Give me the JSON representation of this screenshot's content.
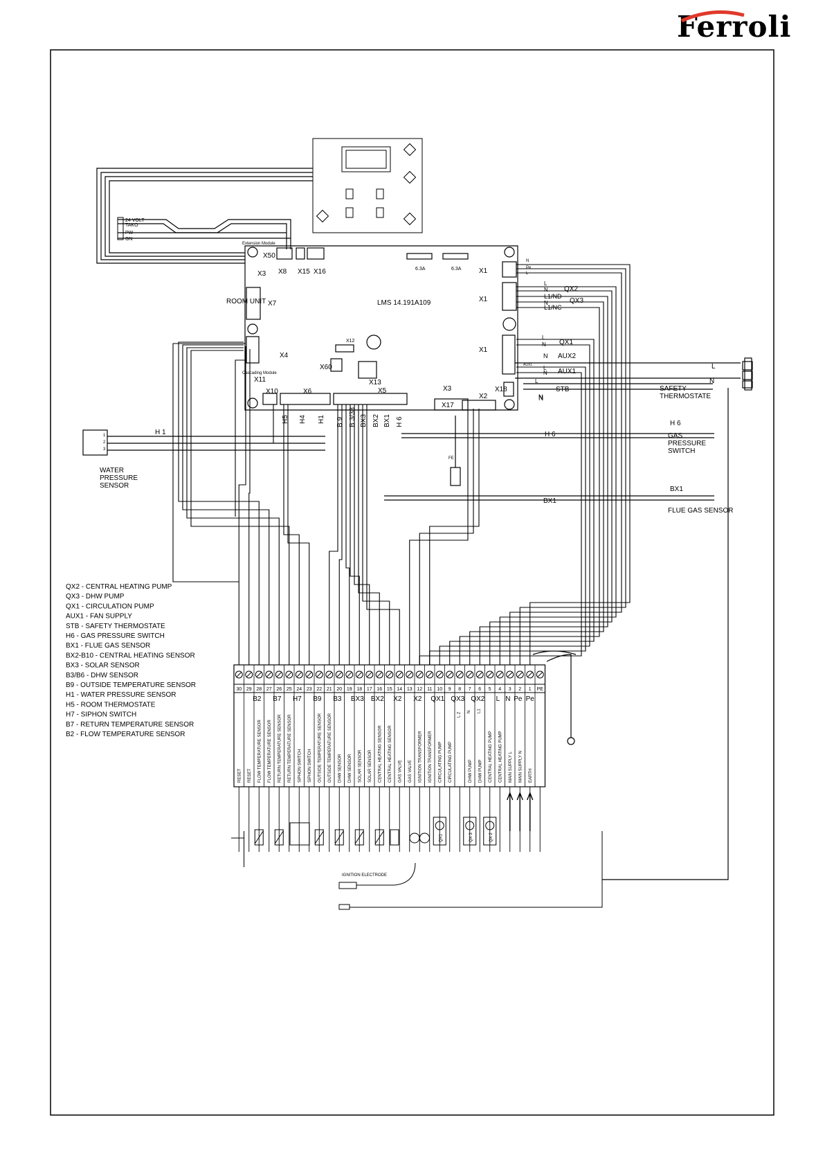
{
  "brand": "Ferroli",
  "board": {
    "model": "LMS 14.191A109",
    "extension_module": "Extension Module",
    "cascading_module": "Cascading Module",
    "fuses": [
      "6.3A",
      "6.3A"
    ],
    "connectors": [
      "X50",
      "X8",
      "X15",
      "X16",
      "X3",
      "X7",
      "X4",
      "X11",
      "X10",
      "X6",
      "X5",
      "X3",
      "X17",
      "X2",
      "X18",
      "X1",
      "X1",
      "X1",
      "X12",
      "X60",
      "X13"
    ],
    "room_unit": "ROOM UNIT",
    "pin_labels_x6": [
      "H5",
      "H4",
      "H1"
    ],
    "pin_labels_x5": [
      "B 9",
      "B 3/38",
      "BX3",
      "BX2",
      "BX1",
      "H 6"
    ],
    "x1_top_pins": [
      "N",
      "Pe",
      "L"
    ],
    "x1_mid_pins": [
      "L",
      "N",
      "L1/ND",
      "N",
      "L1/NC"
    ],
    "x1_mid_labels": [
      "QX2",
      "QX3"
    ],
    "x1_bot_pins": [
      "L",
      "N",
      "N",
      "L",
      "N",
      "AUX1",
      "L",
      "N"
    ],
    "x1_bot_labels": [
      "QX1",
      "AUX2",
      "AUX1",
      "STB"
    ],
    "bus_labels": [
      "24 VOLT",
      "TAKO",
      "PW",
      "GN"
    ],
    "fe_label": "FE"
  },
  "external": {
    "safety_thermostate": "SAFETY\nTHERMOSTATE",
    "gas_pressure_switch": "GAS\nPRESSURE\nSWITCH",
    "flue_gas_sensor": "FLUE GAS SENSOR",
    "water_pressure_sensor": "WATER\nPRESSURE\nSENSOR",
    "wire_labels": [
      "L",
      "N",
      "N",
      "H 6",
      "H 6",
      "BX1",
      "BX1",
      "H 1"
    ],
    "water_sensor_pins": [
      "1",
      "2",
      "3"
    ]
  },
  "legend": [
    "QX2 - CENTRAL HEATING PUMP",
    "QX3 - DHW PUMP",
    "QX1 - CIRCULATION PUMP",
    "AUX1 - FAN SUPPLY",
    "STB - SAFETY THERMOSTATE",
    "H6 - GAS PRESSURE SWITCH",
    "BX1 - FLUE GAS SENSOR",
    "BX2-B10 - CENTRAL HEATING SENSOR",
    "BX3 - SOLAR SENSOR",
    "B3/B6 - DHW SENSOR",
    "B9 - OUTSIDE TEMPERATURE SENSOR",
    "H1 - WATER PRESSURE SENSOR",
    "H5 - ROOM THERMOSTATE",
    "H7 - SIPHON SWITCH",
    "B7 - RETURN TEMPERATURE SENSOR",
    "B2 - FLOW TEMPERATURE SENSOR"
  ],
  "terminal_block": {
    "numbers": [
      "30",
      "29",
      "28",
      "27",
      "26",
      "25",
      "24",
      "23",
      "22",
      "21",
      "20",
      "19",
      "18",
      "17",
      "16",
      "15",
      "14",
      "13",
      "12",
      "11",
      "10",
      "9",
      "8",
      "7",
      "6",
      "5",
      "4",
      "3",
      "2",
      "1",
      "PE"
    ],
    "group_labels": [
      "B2",
      "B7",
      "H7",
      "B9",
      "B3",
      "BX3",
      "BX2",
      "X2",
      "X2",
      "QX1",
      "QX3",
      "QX2",
      "L",
      "N",
      "Pe",
      "Pe"
    ],
    "sub_labels": [
      "L 2",
      "N",
      "L1"
    ],
    "descriptions": [
      "RESET",
      "RESET",
      "FLOW TEMPERATURE SENSOR",
      "FLOW TEMPERATURE SENSOR",
      "RETURN TEMPERATURE SENSOR",
      "RETURN TEMPERATURE SENSOR",
      "SIPHON SWITCH",
      "SIPHON SWITCH",
      "OUTSIDE TEMPERATURE SENSOR",
      "OUTSIDE TEMPERATURE SENSOR",
      "DHW SENSOR",
      "DHW SENSOR",
      "SOLAR SENSOR",
      "SOLAR SENSOR",
      "CENTRAL HEATING SENSOR",
      "CENTRAL HEATING SENSOR",
      "GAS VALVE",
      "GAS VALVE",
      "IGNITION TRANSFORMER",
      "IGNITION TRANSFORMER",
      "CIRCULATING PUMP",
      "CIRCULATING PUMP",
      "",
      "DHW PUMP",
      "DHW PUMP",
      "CENTRAL HEATING PUMP",
      "CENTRAL HEATING PUMP",
      "MAIN SUPPLY L",
      "MAIN SUPPLY N",
      "EARTH",
      ""
    ],
    "pump_symbols": [
      "QX1",
      "QX 3",
      "QX 2"
    ],
    "ignition_electrode": "IGNITION ELECTRODE"
  }
}
